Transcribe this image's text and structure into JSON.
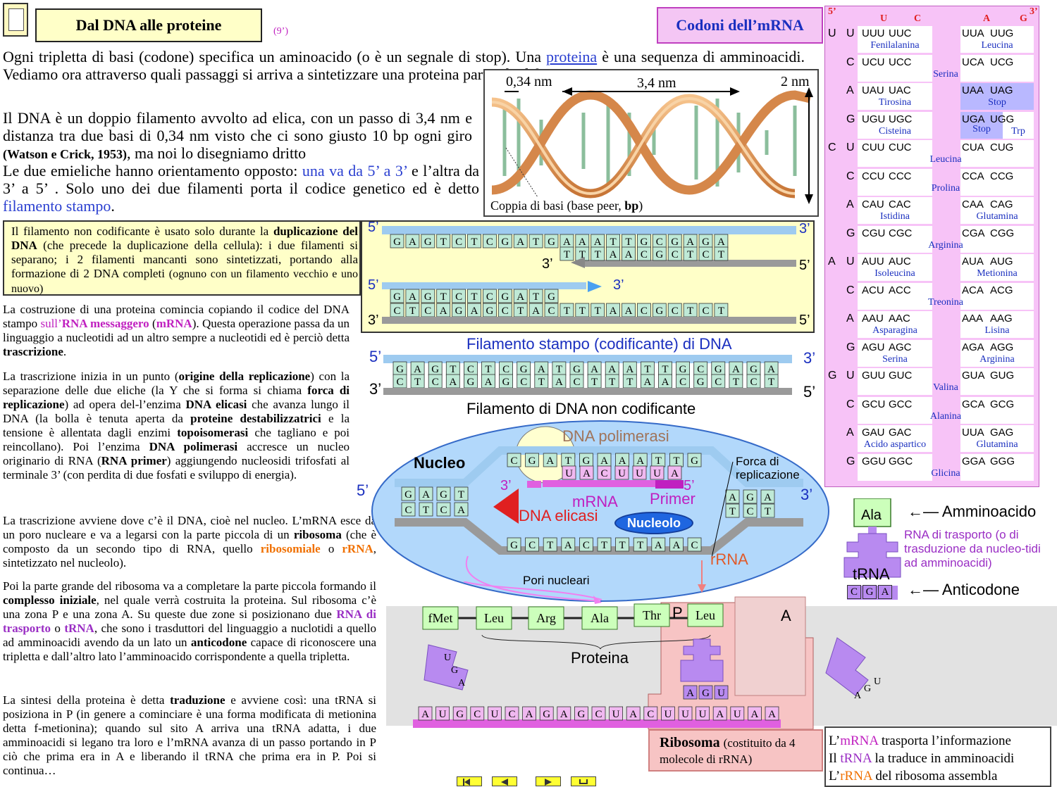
{
  "header": {
    "title": "Dal DNA alle proteine",
    "duration": "(9’)",
    "codon_title": "Codoni dell’mRNA"
  },
  "intro": {
    "p1_a": "Ogni tripletta di basi (codone) specifica un aminoacido (o è un segnale di stop). Una",
    "p1_link": "proteina",
    "p1_b": "è una sequenza di amminoacidi. Vediamo ora attraverso quali passaggi si arriva a sintetizzare una proteina partendo dal DNA.",
    "p2_a": "Il DNA è un doppio filamento avvolto ad elica,    con un passo di 3,4 nm   e distanza tra due basi di 0,34 nm visto che ci sono giusto 10 bp ogni giro",
    "p2_ref": "(Watson e Crick, 1953)",
    "p2_b": ",   ma noi lo disegniamo dritto",
    "p3_a": "Le due emieliche hanno orientamento opposto:",
    "p3_blue": "una va da 5’ a 3’",
    "p3_b": "e l’altra da 3’ a 5’ .  Solo uno dei due filamenti porta il codice genetico ed è detto",
    "p3_link": "filamento stampo",
    "p3_end": "."
  },
  "dna_photo": {
    "m1": "0,34 nm",
    "m2": "3,4 nm",
    "m3": "2 nm",
    "caption_a": "Coppia di basi (base peer,",
    "caption_b": "bp",
    "caption_c": ")"
  },
  "yellow_box": {
    "a": "Il filamento non codificante è usato solo durante la",
    "b": "duplicazione del DNA",
    "c": "(che precede la duplicazione della cellula): i due filamenti si separano; i 2 filamenti mancanti sono sintetizzati, portando alla formazione di 2 DNA completi",
    "d": "(ognuno con un filamento vecchio e uno nuovo)"
  },
  "left_col": {
    "t1a": "La costruzione di una proteina comincia copiando il codice del DNA stampo",
    "t1m": "sull’",
    "t1b": "RNA messaggero",
    "t1c": "(",
    "t1d": "mRNA",
    "t1e": "). Questa operazione passa da un linguaggio a nucleotidi ad un altro sempre a nucleotidi ed è perciò detta",
    "t1f": "trascrizione",
    "t1g": ".",
    "t2a": "La trascrizione inizia in un punto (",
    "t2b": "origine della replicazione",
    "t2c": ") con la separazione delle due eliche (la Y che si forma si chiama",
    "t2d": "forca di replicazione",
    "t2e": ")  ad opera del-l’enzima",
    "t2f": "DNA elicasi",
    "t2g": "che avanza lungo il DNA    (la bolla è tenuta aperta da",
    "t2h": "proteine destabilizzatrici",
    "t2i": "e la tensione è allentata dagli enzimi",
    "t2j": "topoisomerasi",
    "t2k": "che tagliano e poi reincollano).       Poi l’enzima",
    "t2l": "DNA polimerasi",
    "t2m": "accresce un nucleo originario di RNA (",
    "t2n": "RNA primer",
    "t2o": ")  aggiungendo nucleosidi trifosfati al terminale 3’   (con  perdita  di  due fosfati e sviluppo di energia).",
    "t3a": "La trascrizione avviene dove c’è il DNA, cioè nel nucleo. L’mRNA esce da un poro nucleare    e va a legarsi con la parte piccola di un",
    "t3b": "ribosoma",
    "t3c": "(che è composto da un secondo tipo di RNA, quello",
    "t3d": "ribosomiale",
    "t3e": "o",
    "t3f": "rRNA",
    "t3g": ",   sintetizzato nel nucleolo).",
    "t4a": "Poi la parte grande del ribosoma va a completare la parte piccola formando il",
    "t4b": "complesso iniziale",
    "t4c": ", nel quale verrà costruita la proteina. Sul ribosoma c’è una zona P e una zona A. Su queste due zone si posizionano due",
    "t4d": "RNA di trasporto",
    "t4e": "o",
    "t4f": "tRNA",
    "t4g": ", che sono i trasduttori del linguaggio a nuclotidi a quello ad amminoacidi avendo da un lato un",
    "t4h": "anticodone",
    "t4i": "capace di riconoscere una tripletta   e   dall’altro   lato   l’amminoacido corrispondente a quella tripletta.",
    "t5a": "La sintesi della proteina è detta",
    "t5b": "traduzione",
    "t5c": "e avviene così:  una tRNA si posiziona in P (in genere a cominciare è una forma modificata di metionina detta f-metionina); quando sul sito A arriva una tRNA adatta,     i due amminoacidi si legano tra loro e l’mRNA avanza di un passo portando in P ciò che prima era in A e liberando il tRNA che prima era in P.",
    "t5d": "Poi si continua…"
  },
  "strands": {
    "top_seq": [
      "G",
      "A",
      "G",
      "T",
      "C",
      "T",
      "C",
      "G",
      "A",
      "T",
      "G",
      "A",
      "A",
      "A",
      "T",
      "T",
      "G",
      "C",
      "G",
      "A",
      "G",
      "A"
    ],
    "comp_seq": [
      "C",
      "T",
      "C",
      "A",
      "G",
      "A",
      "G",
      "C",
      "T",
      "A",
      "C",
      "T",
      "T",
      "T",
      "A",
      "A",
      "C",
      "G",
      "C",
      "T",
      "C",
      "T"
    ],
    "five": "5’",
    "three": "3’",
    "label_stampo": "Filamento stampo (codificante) di DNA",
    "label_non": "Filamento di DNA non codificante"
  },
  "nucleus": {
    "nucleo": "Nucleo",
    "polimerasi": "DNA polimerasi",
    "forca": "Forca di replicazione",
    "mrna": "mRNA",
    "primer": "Primer",
    "elicasi": "DNA elicasi",
    "nucleolo": "Nucleolo",
    "rrna": "rRNA",
    "pori": "Pori nucleari",
    "top_inner": [
      "C",
      "G",
      "A",
      "T",
      "G",
      "A",
      "A",
      "A",
      "T",
      "T",
      "G"
    ],
    "mrna_seq": [
      "U",
      "A",
      "C",
      "U",
      "U",
      "U",
      "A"
    ],
    "bottom_inner": [
      "G",
      "C",
      "T",
      "A",
      "C",
      "T",
      "T",
      "T",
      "A",
      "A",
      "C"
    ],
    "left_top": [
      "G",
      "A",
      "G",
      "T"
    ],
    "left_bot": [
      "C",
      "T",
      "C",
      "A"
    ],
    "right_top": [
      "A",
      "G",
      "A"
    ],
    "right_bot": [
      "T",
      "C",
      "T"
    ]
  },
  "trna_legend": {
    "ala": "Ala",
    "amminoacido": "Amminoacido",
    "rna_trasporto": "RNA di trasporto (o di trasduzione da nucleo-tidi ad amminoacidi)",
    "trna": "tRNA",
    "anticodone_seq": [
      "C",
      "G",
      "A"
    ],
    "anticodone": "Anticodone"
  },
  "ribosome": {
    "chain": [
      "fMet",
      "Leu",
      "Arg",
      "Ala",
      "Thr",
      "Leu"
    ],
    "P": "P",
    "A": "A",
    "proteina": "Proteina",
    "mrna_seq": [
      "A",
      "U",
      "G",
      "C",
      "U",
      "C",
      "A",
      "G",
      "A",
      "G",
      "C",
      "U",
      "A",
      "C",
      "U",
      "U",
      "U",
      "A",
      "U",
      "A",
      "A"
    ],
    "anticodon_P": [
      "A",
      "G",
      "U"
    ],
    "left_trna": [
      "U",
      "G",
      "A"
    ],
    "right_trna": [
      "A",
      "G",
      "U"
    ],
    "box_title": "Ribosoma",
    "box_sub": "(costituito da 4 molecole di rRNA)"
  },
  "summary": {
    "l1a": "L’",
    "l1b": "mRNA",
    "l1c": "trasporta l’informazione",
    "l2a": "Il",
    "l2b": "tRNA",
    "l2c": "la traduce in amminoacidi",
    "l3a": "L’",
    "l3b": "rRNA",
    "l3c": "del ribosoma assembla"
  },
  "codon_table": {
    "hdr": [
      "5’",
      "U",
      "C",
      "A",
      "G",
      "3’"
    ],
    "groups": [
      {
        "f": "U",
        "s": "U",
        "c": [
          "UUU",
          "UUC",
          "UUA",
          "UUG"
        ],
        "aa1": "Fenilalanina",
        "aa2": "Leucina"
      },
      {
        "f": "",
        "s": "C",
        "c": [
          "UCU",
          "UCC",
          "UCA",
          "UCG"
        ],
        "aa": "Serina"
      },
      {
        "f": "",
        "s": "A",
        "c": [
          "UAU",
          "UAC",
          "UAA",
          "UAG"
        ],
        "aa1": "Tirosina",
        "aa2": "Stop"
      },
      {
        "f": "",
        "s": "G",
        "c": [
          "UGU",
          "UGC",
          "UGA",
          "UGG"
        ],
        "aa1": "Cisteina",
        "aa2": "Stop",
        "aa3": "Trp"
      },
      {
        "f": "C",
        "s": "U",
        "c": [
          "CUU",
          "CUC",
          "CUA",
          "CUG"
        ],
        "aa": "Leucina"
      },
      {
        "f": "",
        "s": "C",
        "c": [
          "CCU",
          "CCC",
          "CCA",
          "CCG"
        ],
        "aa": "Prolina"
      },
      {
        "f": "",
        "s": "A",
        "c": [
          "CAU",
          "CAC",
          "CAA",
          "CAG"
        ],
        "aa1": "Istidina",
        "aa2": "Glutamina"
      },
      {
        "f": "",
        "s": "G",
        "c": [
          "CGU",
          "CGC",
          "CGA",
          "CGG"
        ],
        "aa": "Arginina"
      },
      {
        "f": "A",
        "s": "U",
        "c": [
          "AUU",
          "AUC",
          "AUA",
          "AUG"
        ],
        "aa1": "Isoleucina",
        "aa2": "Metionina"
      },
      {
        "f": "",
        "s": "C",
        "c": [
          "ACU",
          "ACC",
          "ACA",
          "ACG"
        ],
        "aa": "Treonina"
      },
      {
        "f": "",
        "s": "A",
        "c": [
          "AAU",
          "AAC",
          "AAA",
          "AAG"
        ],
        "aa1": "Asparagina",
        "aa2": "Lisina"
      },
      {
        "f": "",
        "s": "G",
        "c": [
          "AGU",
          "AGC",
          "AGA",
          "AGG"
        ],
        "aa1": "Serina",
        "aa2": "Arginina"
      },
      {
        "f": "G",
        "s": "U",
        "c": [
          "GUU",
          "GUC",
          "GUA",
          "GUG"
        ],
        "aa": "Valina"
      },
      {
        "f": "",
        "s": "C",
        "c": [
          "GCU",
          "GCC",
          "GCA",
          "GCG"
        ],
        "aa": "Alanina"
      },
      {
        "f": "",
        "s": "A",
        "c": [
          "GAU",
          "GAC",
          "UUA",
          "GAG"
        ],
        "aa1": "Acido aspartico",
        "aa2": "Glutamina"
      },
      {
        "f": "",
        "s": "G",
        "c": [
          "GGU",
          "GGC",
          "GGA",
          "GGG"
        ],
        "aa": "Glicina"
      }
    ]
  }
}
